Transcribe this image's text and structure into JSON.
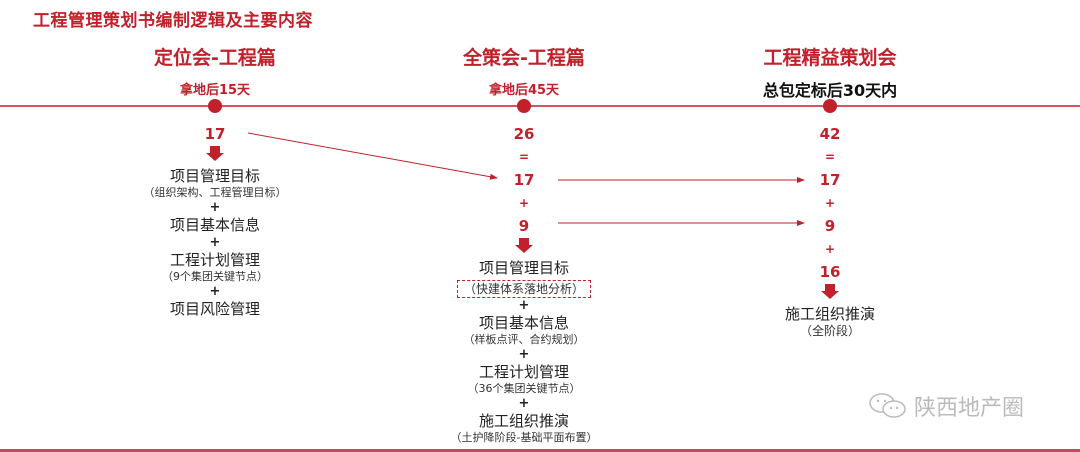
{
  "title": "工程管理策划书编制逻辑及主要内容",
  "colors": {
    "accent": "#c0212b",
    "line": "#d45560",
    "text": "#222222"
  },
  "columns": [
    {
      "heading": "定位会-工程篇",
      "timing": "拿地后15天",
      "total": "17",
      "items": [
        {
          "label": "项目管理目标",
          "note": "（组织架构、工程管理目标）"
        },
        {
          "label": "项目基本信息",
          "note": ""
        },
        {
          "label": "工程计划管理",
          "note": "（9个集团关键节点）"
        },
        {
          "label": "项目风险管理",
          "note": ""
        }
      ]
    },
    {
      "heading": "全策会-工程篇",
      "timing": "拿地后45天",
      "total": "26",
      "eq": "=",
      "parts": [
        "17",
        "9"
      ],
      "plus": "+",
      "items": [
        {
          "label": "项目管理目标",
          "note": "（快建体系落地分析）"
        },
        {
          "label": "项目基本信息",
          "note": "（样板点评、合约规划）"
        },
        {
          "label": "工程计划管理",
          "note": "（36个集团关键节点）"
        },
        {
          "label": "施工组织推演",
          "note": "（土护降阶段-基础平面布置）"
        }
      ]
    },
    {
      "heading": "工程精益策划会",
      "timing": "总包定标后30天内",
      "total": "42",
      "eq": "=",
      "parts": [
        "17",
        "9",
        "16"
      ],
      "plus": "+",
      "items": [
        {
          "label": "施工组织推演",
          "note": "（全阶段）"
        }
      ]
    }
  ],
  "plus_sign": "+",
  "watermark": "陕西地产圈"
}
